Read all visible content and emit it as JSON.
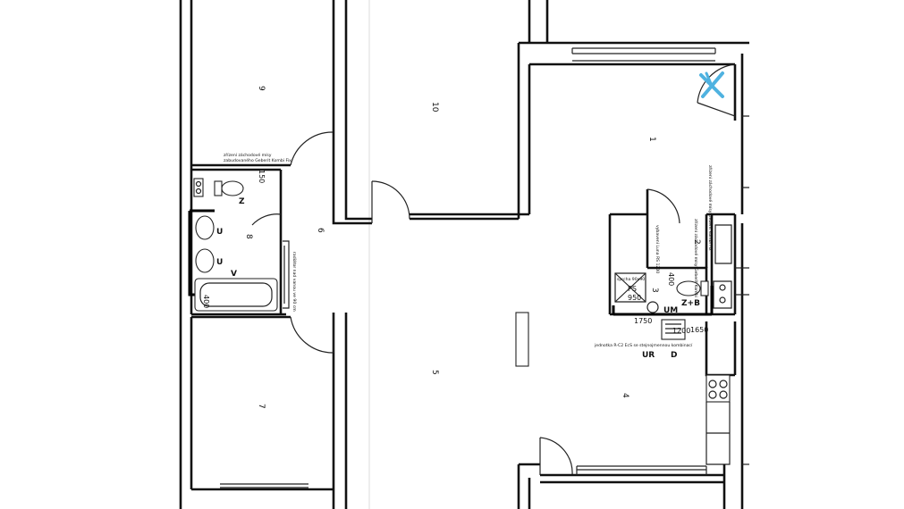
{
  "rooms": {
    "r1": "1",
    "r2": "2",
    "r3": "3",
    "r4": "4",
    "r5": "5",
    "r6": "6",
    "r7": "7",
    "r8": "8",
    "r9": "9",
    "r10": "10"
  },
  "fixtures": {
    "wc_left": "Z",
    "wc_right": "Z+B",
    "sink": "U",
    "sink2": "U",
    "bath": "V",
    "wm": "UM",
    "ur": "UR",
    "d": "D",
    "ps": "PS"
  },
  "dimensions": {
    "d150": "150",
    "d400_left": "400",
    "d400_right": "400",
    "d950": "950",
    "d1200": "1200",
    "d1750": "1750",
    "d1650": "1650"
  },
  "notes": {
    "n_left_1": "zřízení záchodové mísy",
    "n_left_2": "zabudovaného Geberit Kombi Fix",
    "n_left_vert": "radiátor nad vanou ve 90 cm",
    "n_right_1": "zřízení záchodové mísy Geberit Kombi Fix",
    "n_right_2": "zřízení záchodové mísy Geberit Kombi",
    "n_right_3": "vybavení Luna RS 1200",
    "n_right_4": "jednotka R-C2 EcS se stejnojmennou kombinací",
    "n_right_5": "sprcha 90x90"
  },
  "colors": {
    "wall": "#111111",
    "marker": "#4fb2e0",
    "paper": "#ffffff"
  }
}
